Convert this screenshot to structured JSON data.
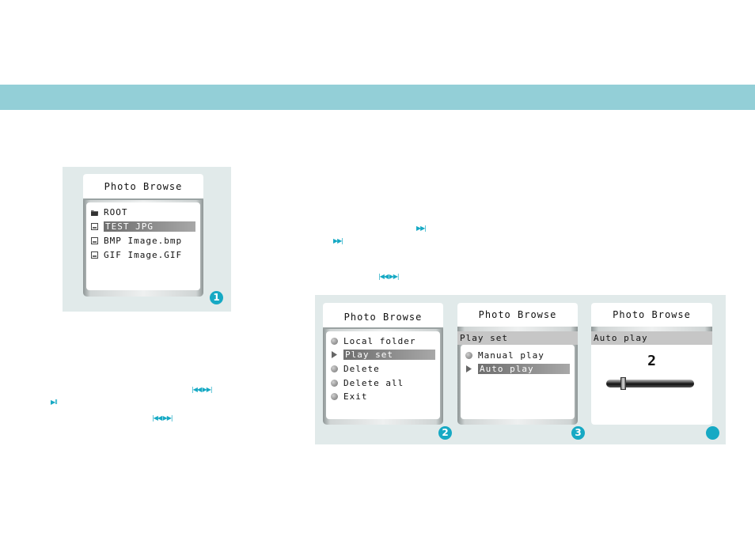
{
  "screens": {
    "s1": {
      "title": "Photo Browse",
      "items": [
        {
          "label": "ROOT",
          "icon": "folder-icon",
          "selected": false
        },
        {
          "label": "TEST JPG",
          "icon": "image-file-icon",
          "selected": true
        },
        {
          "label": "BMP Image.bmp",
          "icon": "image-file-icon",
          "selected": false
        },
        {
          "label": "GIF Image.GIF",
          "icon": "image-file-icon",
          "selected": false
        }
      ],
      "badge": "1"
    },
    "s2": {
      "title": "Photo Browse",
      "items": [
        {
          "label": "Local folder",
          "selected": false
        },
        {
          "label": "Play set",
          "selected": true
        },
        {
          "label": "Delete",
          "selected": false
        },
        {
          "label": "Delete all",
          "selected": false
        },
        {
          "label": "Exit",
          "selected": false
        }
      ],
      "badge": "2"
    },
    "s3": {
      "title": "Photo Browse",
      "subtitle": "Play set",
      "items": [
        {
          "label": "Manual play",
          "selected": false
        },
        {
          "label": "Auto play",
          "selected": true
        }
      ],
      "badge": "3"
    },
    "s4": {
      "title": "Photo Browse",
      "subtitle": "Auto play",
      "value": "2",
      "slider_fraction": 0.17,
      "badge": ""
    }
  },
  "glyphs": {
    "next": "▶▶|",
    "prev_next": "|◀◀ ▶▶|",
    "play_pause": "▶II"
  },
  "colors": {
    "band": "#93cfd7",
    "accent": "#16a9c4",
    "panel": "#e1eaea"
  }
}
